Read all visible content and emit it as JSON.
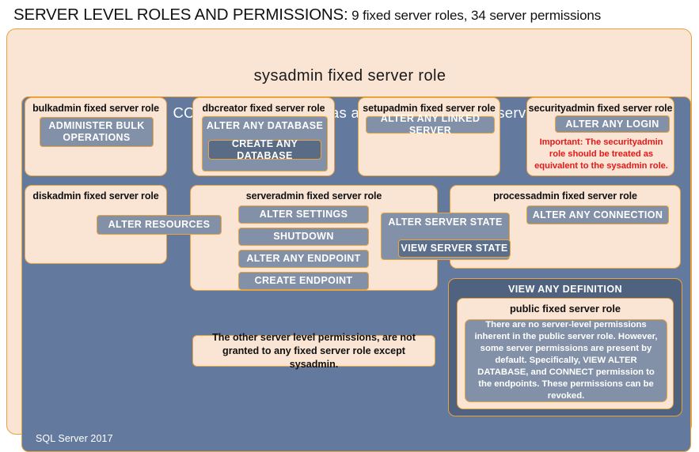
{
  "header": {
    "title_main": "SERVER LEVEL ROLES AND PERMISSIONS:",
    "title_sub": " 9 fixed server roles, 34 server permissions"
  },
  "diagram": {
    "sysadmin_label": "sysadmin fixed server role",
    "control_label": "CONTROL SERVER: Has all permissions in the server",
    "version_label": "SQL Server 2017",
    "roles": [
      {
        "name": "bulkadmin",
        "title": "bulkadmin  fixed server role"
      },
      {
        "name": "dbcreator",
        "title": "dbcreator fixed server role"
      },
      {
        "name": "setupadmin",
        "title": "setupadmin fixed server role"
      },
      {
        "name": "securityadmin",
        "title": "securityadmin  fixed server role"
      },
      {
        "name": "diskadmin",
        "title": "diskadmin  fixed server role"
      },
      {
        "name": "serveradmin",
        "title": "serveradmin fixed server role"
      },
      {
        "name": "processadmin",
        "title": "processadmin  fixed server role"
      },
      {
        "name": "public",
        "title": "public  fixed server role"
      }
    ],
    "permissions": {
      "administer_bulk_operations": "ADMINISTER  BULK OPERATIONS",
      "alter_any_database": "ALTER ANY DATABASE",
      "create_any_database": "CREATE  ANY DATABASE",
      "alter_any_linked_server": "ALTER ANY LINKED SERVER",
      "alter_any_login": "ALTER ANY LOGIN",
      "alter_resources": "ALTER RESOURCES",
      "alter_settings": "ALTER SETTINGS",
      "shutdown": "SHUTDOWN",
      "alter_any_endpoint": "ALTER ANY ENDPOINT",
      "create_endpoint": "CREATE  ENDPOINT",
      "alter_server_state": "ALTER SERVER  STATE",
      "view_server_state": "VIEW SERVER  STATE",
      "alter_any_connection": "ALTER ANY CONNECTION",
      "view_any_definition": "VIEW  ANY DEFINITION"
    },
    "notes": {
      "securityadmin_warning": "Important:  The securityadmin role should  be treated as equivalent to the sysadmin role.",
      "other_permissions": "The other server level permissions,  are not granted to any fixed server role except sysadmin.",
      "public_body": "There are no server-level permissions inherent in the public server role. However, some server permissions are present by default. Specifically, VIEW ALTER DATABASE, and CONNECT permission to the endpoints. These permissions can be revoked."
    }
  },
  "colors": {
    "peach": "#fae4d3",
    "gold_border": "#e8a33d",
    "panel_blue": "#637a9e",
    "perm_slate": "#8290a8",
    "perm_dark": "#5a6b85",
    "warning_red": "#e8171b"
  }
}
